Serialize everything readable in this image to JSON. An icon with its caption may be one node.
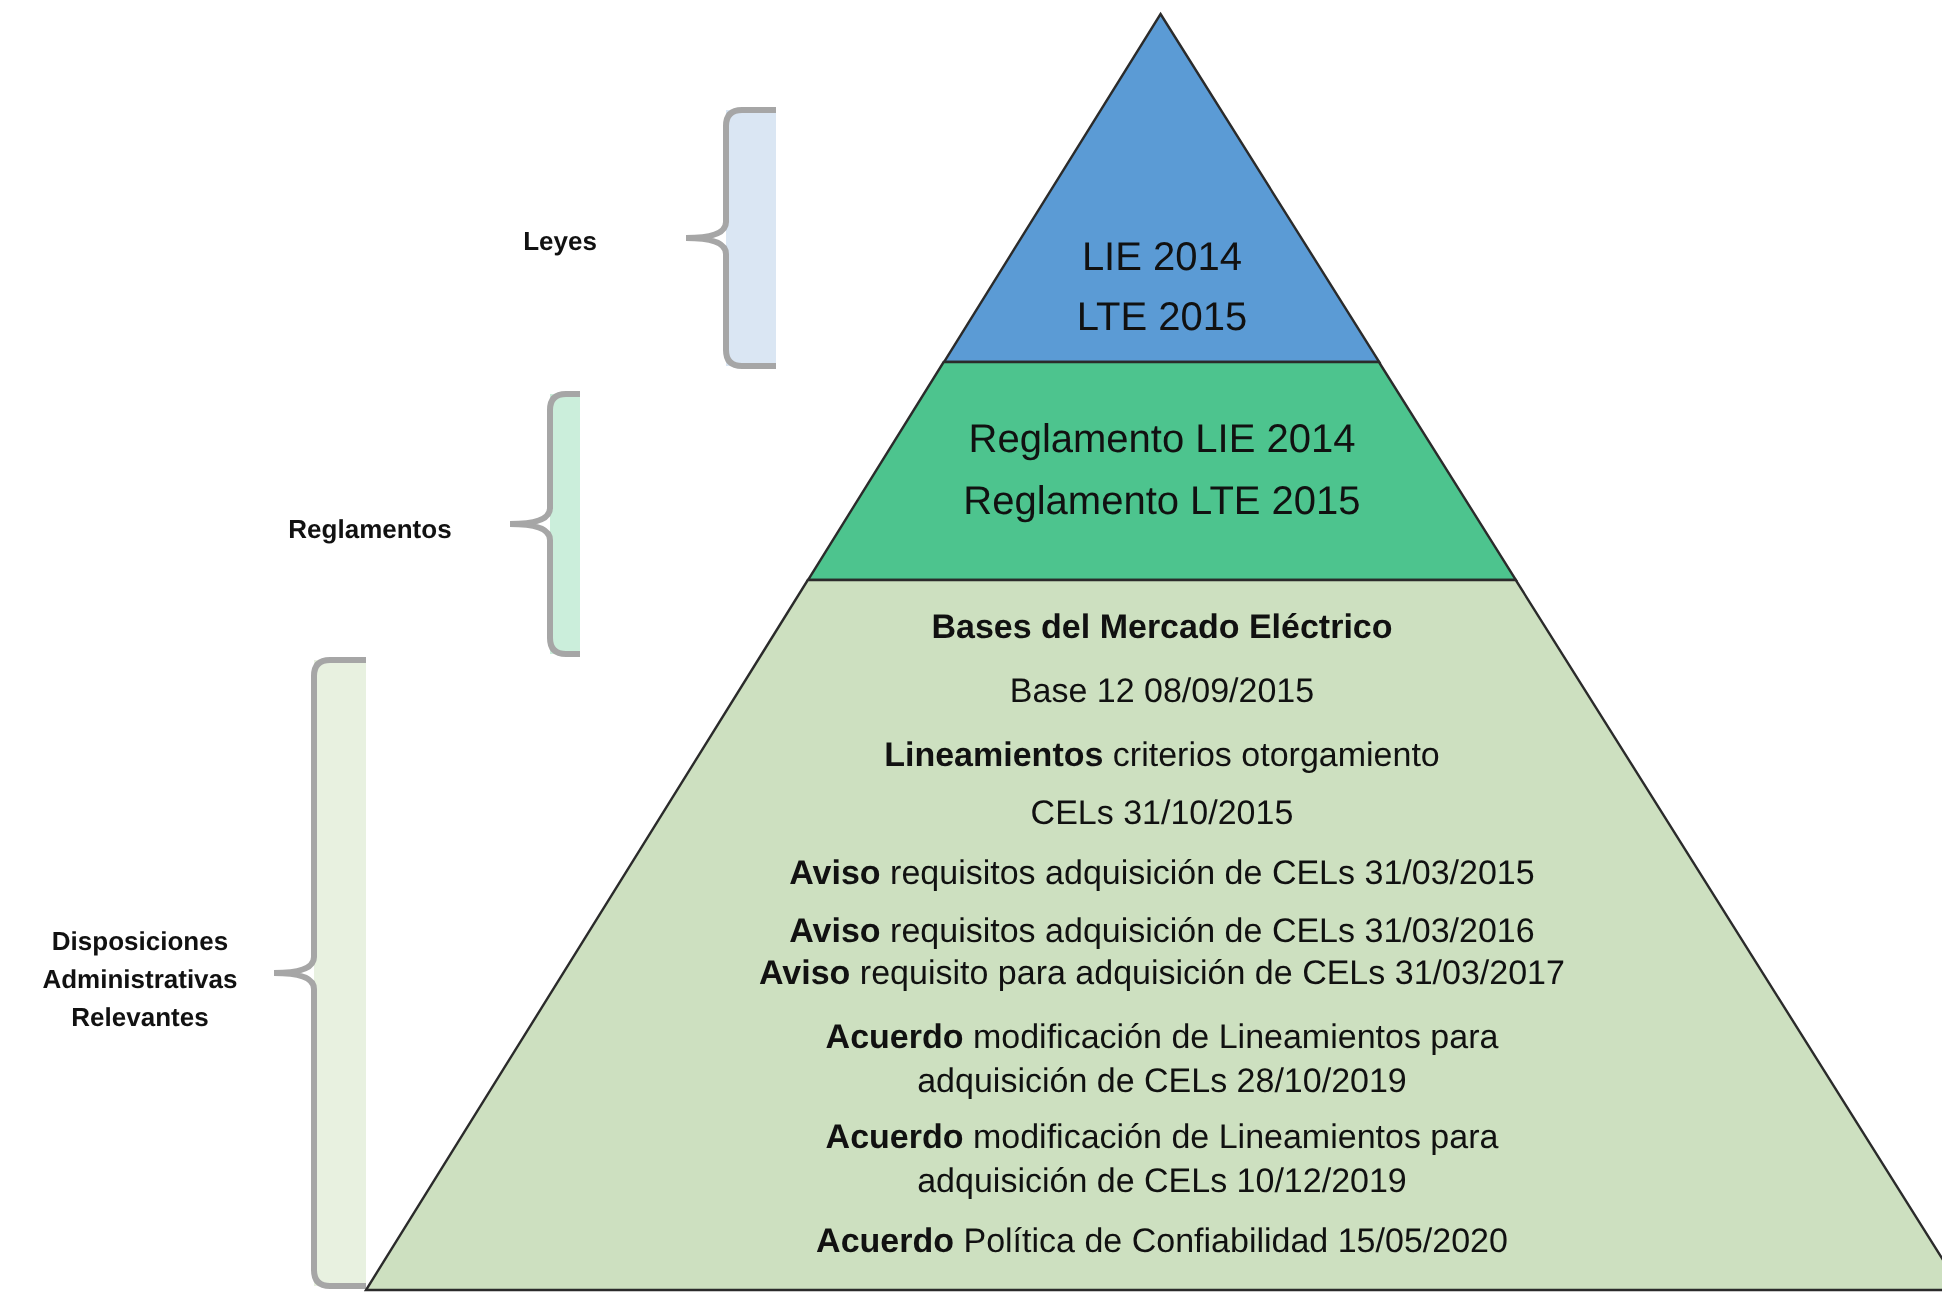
{
  "diagram": {
    "nodes": [
      {
        "text": [
          "LIE 2014",
          "LTE 2015"
        ]
      },
      {
        "text": [
          "Reglamento LIE 2014",
          "Reglamento LTE 2015"
        ]
      },
      {
        "text": [
          "Bases del Mercado Eléctrico",
          "Base 12 08/09/2015",
          "**Lineamientos** criterios otorgamiento CELs 31/10/2015",
          "**Aviso** requisitos adquisición de CELs 31/03/2015",
          "**Aviso** requisitos adquisición de CELs 31/03/2016",
          "**Aviso** requisito para adquisición de CELs 31/03/2017",
          "**Acuerdo** modificación de Lineamientos para adquisición de CELs 28/10/2019",
          "**Acuerdo** modificación de Lineamientos para adquisición de CELs 10/12/2019",
          "**Acuerdo** Política de Confiabilidad 15/05/2020"
        ]
      }
    ],
    "labels": [
      "Leyes",
      "Reglamentos",
      "Disposiciones Administrativas Relevantes"
    ]
  }
}
